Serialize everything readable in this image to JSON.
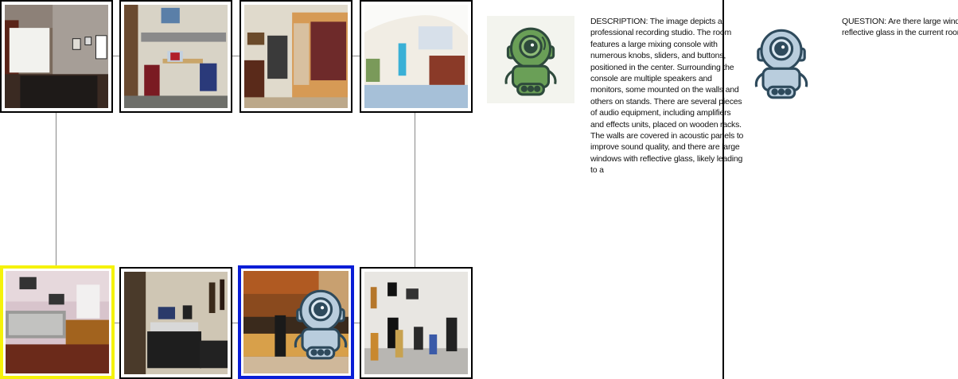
{
  "grid": {
    "top_row": [
      {
        "name": "conference-room-photo",
        "highlight": "none"
      },
      {
        "name": "office-desk-photo",
        "highlight": "none"
      },
      {
        "name": "clothing-closet-photo",
        "highlight": "none"
      },
      {
        "name": "hotel-lobby-bar-photo",
        "highlight": "none"
      }
    ],
    "bottom_row": [
      {
        "name": "recording-console-photo",
        "highlight": "yellow"
      },
      {
        "name": "home-studio-desk-photo",
        "highlight": "none"
      },
      {
        "name": "reception-desk-photo",
        "highlight": "blue"
      },
      {
        "name": "music-instrument-room-photo",
        "highlight": "none"
      }
    ]
  },
  "colors": {
    "highlight_yellow": "#f5f20a",
    "highlight_blue": "#0a1ed6",
    "robot_green": "#6a9f57",
    "robot_blue": "#b9cddd",
    "outline": "#2e4a5c"
  },
  "description": {
    "label": "DESCRIPTION:",
    "text": " The image depicts a professional recording studio. The room features a large mixing console with numerous knobs, sliders, and buttons, positioned in the center. Surrounding the console are multiple speakers and monitors, some mounted on the walls and others on stands. There are several pieces of audio equipment, including amplifiers and effects units, placed on wooden racks. The walls are covered in acoustic panels to improve sound quality, and there are large windows with reflective glass, likely leading to a"
  },
  "question": {
    "label": "QUESTION:",
    "text": " Are there large windows with reflective glass in the current room?"
  },
  "icons": {
    "describer": "green-robot-icon",
    "questioner": "blue-robot-icon",
    "agent_marker": "blue-robot-icon"
  }
}
